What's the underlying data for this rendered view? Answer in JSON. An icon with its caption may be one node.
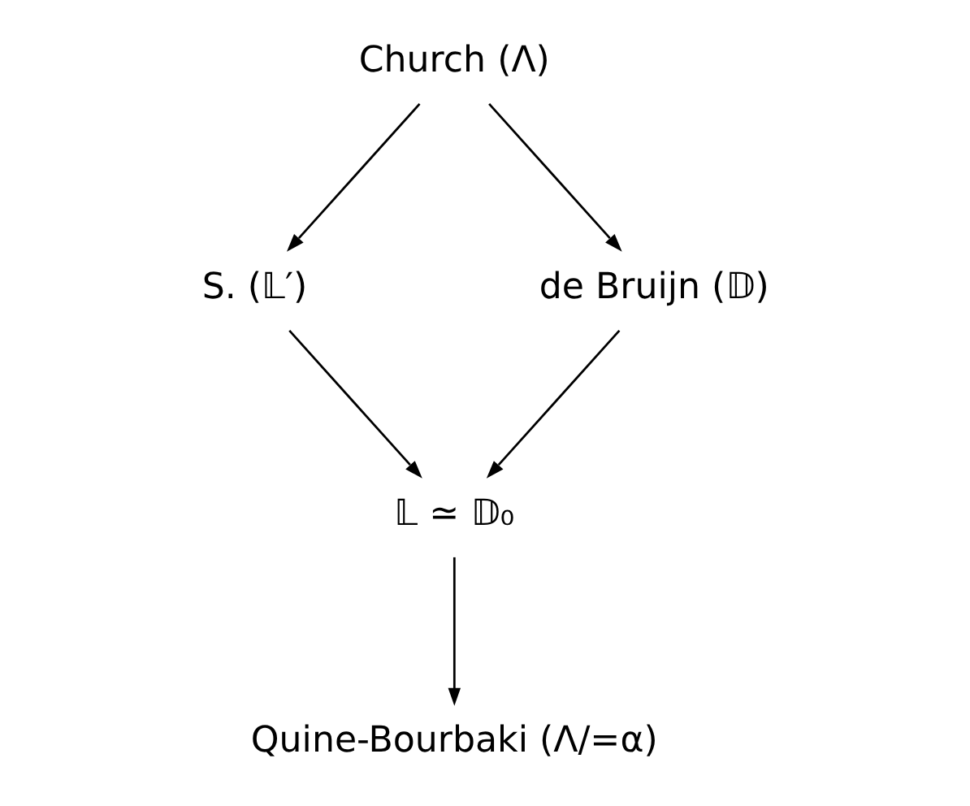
{
  "diagram": {
    "nodes": [
      {
        "text": [
          "Church (Λ)"
        ]
      },
      {
        "text": [
          "S. (𝕃′)"
        ]
      },
      {
        "text": [
          "de Bruijn (𝔻)"
        ]
      },
      {
        "text": [
          "𝕃 ≃ 𝔻₀"
        ]
      },
      {
        "text": [
          "Quine-Bourbaki (Λ/=α)"
        ]
      }
    ],
    "edges": [
      {
        "from": 0,
        "to": 1,
        "arrow": "to"
      },
      {
        "from": 0,
        "to": 2,
        "arrow": "to"
      },
      {
        "from": 1,
        "to": 3,
        "arrow": "to"
      },
      {
        "from": 2,
        "to": 3,
        "arrow": "to"
      },
      {
        "from": 3,
        "to": 4,
        "arrow": "to"
      }
    ]
  }
}
